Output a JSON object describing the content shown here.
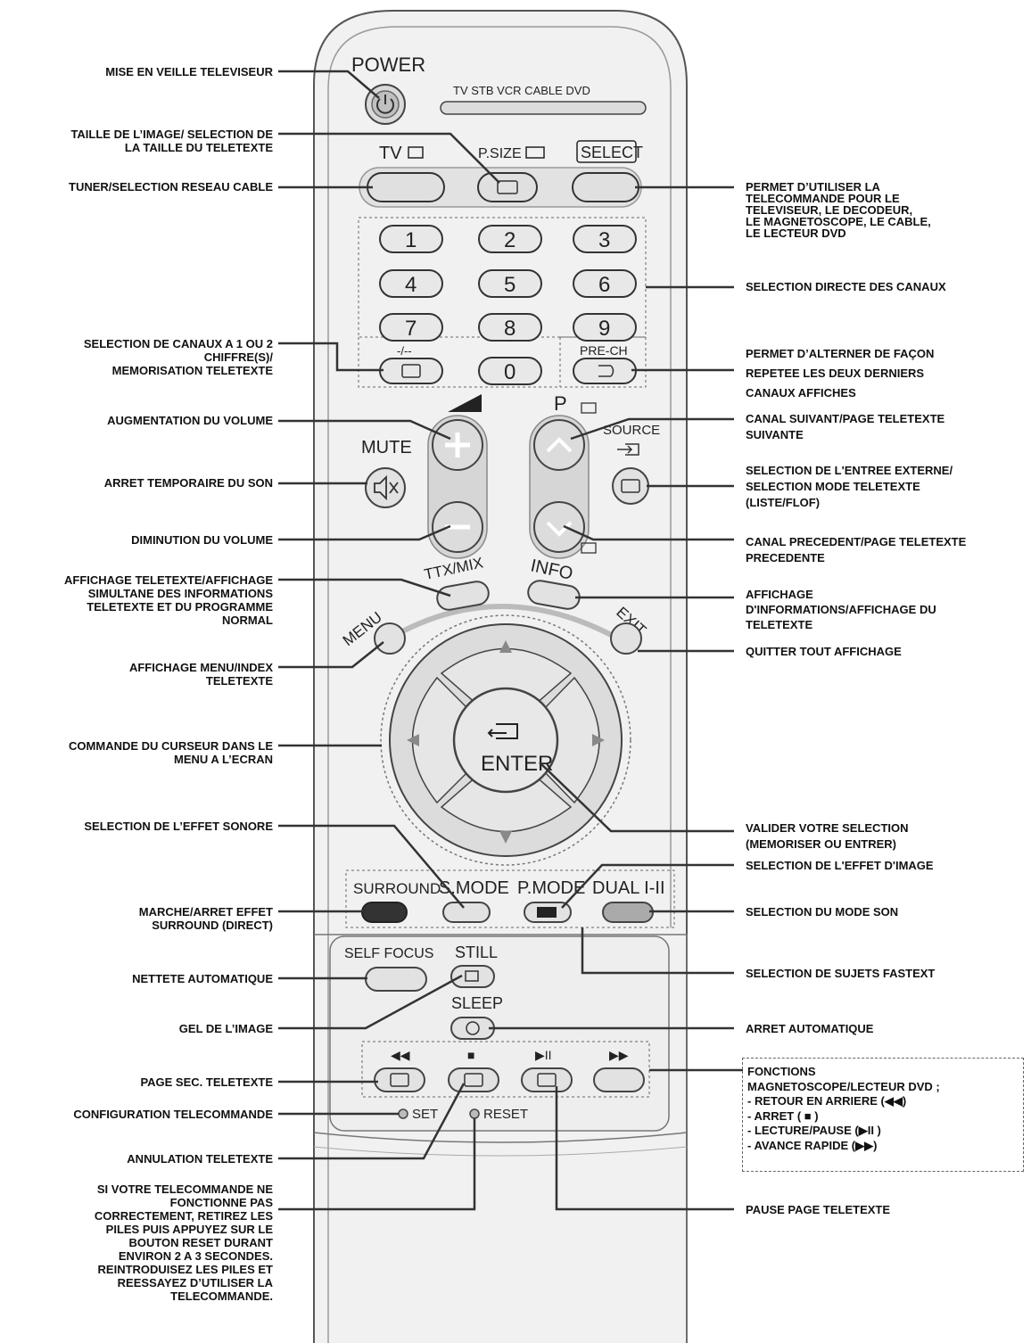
{
  "remote": {
    "power": "POWER",
    "modes": "TV   STB   VCR   CABLE   DVD",
    "tv": "TV",
    "psize": "P.SIZE",
    "select": "SELECT",
    "digits": [
      "1",
      "2",
      "3",
      "4",
      "5",
      "6",
      "7",
      "8",
      "9",
      "0"
    ],
    "dash": "-/--",
    "prech": "PRE-CH",
    "p": "P",
    "mute": "MUTE",
    "source": "SOURCE",
    "txmix": "TTX/MIX",
    "info": "INFO",
    "menu": "MENU",
    "exit": "EXIT",
    "enter": "ENTER",
    "surround": "SURROUND",
    "smode": "S.MODE",
    "pmode": "P.MODE",
    "dual": "DUAL I-II",
    "selffocus": "SELF FOCUS",
    "still": "STILL",
    "sleep": "SLEEP",
    "rew": "◀◀",
    "stop": "■",
    "playpause": "▶II",
    "ff": "▶▶",
    "set": "SET",
    "reset": "RESET"
  },
  "labels_left": [
    "MISE EN VEILLE TELEVISEUR",
    "TAILLE DE L’IMAGE/ SELECTION DE\nLA TAILLE DU TELETEXTE",
    "TUNER/SELECTION RESEAU CABLE",
    "SELECTION DE CANAUX A 1 OU 2\nCHIFFRE(S)/\nMEMORISATION TELETEXTE",
    "AUGMENTATION DU VOLUME",
    "ARRET TEMPORAIRE DU SON",
    "DIMINUTION DU VOLUME",
    "AFFICHAGE TELETEXTE/AFFICHAGE\nSIMULTANE DES INFORMATIONS\nTELETEXTE ET DU PROGRAMME\nNORMAL",
    "AFFICHAGE MENU/INDEX\nTELETEXTE",
    "COMMANDE DU CURSEUR DANS LE\nMENU A L’ECRAN",
    "SELECTION DE L’EFFET SONORE",
    "MARCHE/ARRET EFFET\nSURROUND (DIRECT)",
    "NETTETE AUTOMATIQUE",
    "GEL DE L’IMAGE",
    "PAGE SEC. TELETEXTE",
    "CONFIGURATION TELECOMMANDE",
    "ANNULATION TELETEXTE",
    "SI VOTRE TELECOMMANDE NE\nFONCTIONNE PAS\nCORRECTEMENT, RETIREZ LES\nPILES PUIS APPUYEZ SUR LE\nBOUTON RESET DURANT\nENVIRON 2 A 3 SECONDES.\nREINTRODUISEZ LES PILES ET\nREESSAYEZ D’UTILISER LA\nTELECOMMANDE."
  ],
  "labels_right": [
    "PERMET D’UTILISER LA\nTELECOMMANDE POUR LE\nTELEVISEUR, LE DECODEUR,\nLE MAGNETOSCOPE, LE CABLE,\nLE LECTEUR DVD",
    "SELECTION DIRECTE DES CANAUX",
    "PERMET D’ALTERNER DE FAÇON\nREPETEE LES DEUX DERNIERS\nCANAUX AFFICHES",
    "CANAL SUIVANT/PAGE TELETEXTE\nSUIVANTE",
    "SELECTION DE L'ENTREE EXTERNE/\nSELECTION MODE TELETEXTE\n(LISTE/FLOF)",
    "CANAL PRECEDENT/PAGE TELETEXTE\nPRECEDENTE",
    "AFFICHAGE\nD'INFORMATIONS/AFFICHAGE DU\nTELETEXTE",
    "QUITTER TOUT AFFICHAGE",
    "VALIDER VOTRE SELECTION\n(MEMORISER OU ENTRER)",
    "SELECTION DE L'EFFET D'IMAGE",
    "SELECTION DU MODE SON",
    "SELECTION DE SUJETS FASTEXT",
    "ARRET AUTOMATIQUE",
    "FONCTIONS\nMAGNETOSCOPE/LECTEUR DVD ;\n- RETOUR EN ARRIERE (◀◀)\n- ARRET ( ■ )\n- LECTURE/PAUSE (▶II )\n- AVANCE RAPIDE (▶▶)",
    "PAUSE PAGE TELETEXTE"
  ]
}
